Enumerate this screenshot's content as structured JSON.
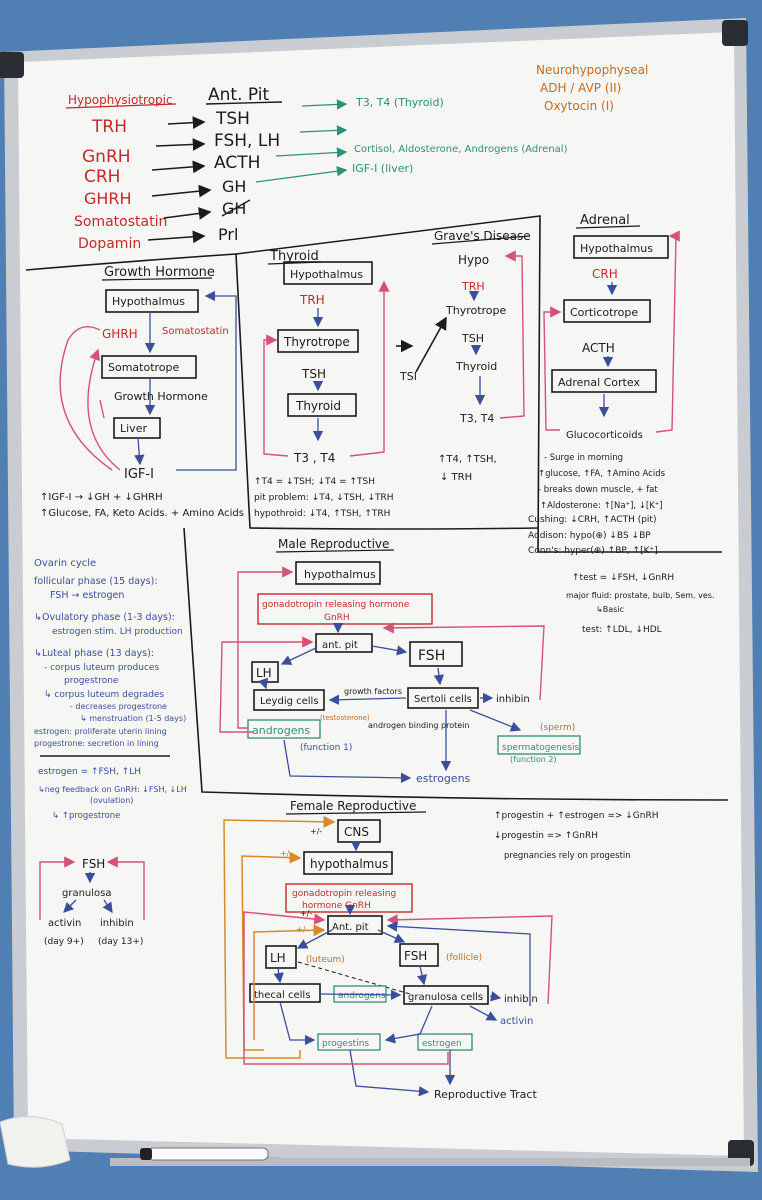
{
  "colors": {
    "wall": "#4f7fb3",
    "board": "#f6f6f4",
    "frame": "#c9ccd0",
    "red": "#c8282a",
    "black": "#1b1b1b",
    "green": "#2f8f7a",
    "blue": "#3b4e9c",
    "orange": "#c56a21",
    "pink": "#cf3f6d"
  },
  "icons": [
    "eraser-icon",
    "marker-icon",
    "frame-corner-icon"
  ],
  "top": {
    "hypo_header": "Hypophysiotropic",
    "antpit_header": "Ant. Pit",
    "neuro_header": "Neurohypophyseal",
    "neuro_1": "ADH / AVP (II)",
    "neuro_2": "Oxytocin (I)",
    "rows": [
      {
        "h": "TRH",
        "p": "TSH",
        "t": "T3, T4 (Thyroid)"
      },
      {
        "h": "GnRH",
        "p": "FSH, LH",
        "t": ""
      },
      {
        "h": "CRH",
        "p": "ACTH",
        "t": "Cortisol, Aldosterone, Androgens (Adrenal)"
      },
      {
        "h": "GHRH",
        "p": "GH",
        "t": "IGF-I (liver)"
      },
      {
        "h": "Somatostatin",
        "p": "GH",
        "t": ""
      },
      {
        "h": "Dopamin",
        "p": "Prl",
        "t": ""
      }
    ]
  },
  "gh": {
    "title": "Growth Hormone",
    "hypo": "Hypothalmus",
    "ghrh": "GHRH",
    "somato": "Somatostatin",
    "tropes": "Somatotrope",
    "hormone": "Growth Hormone",
    "liver": "Liver",
    "igf": "IGF-I",
    "note1": "↑IGF-I → ↓GH + ↓GHRH",
    "note2": "↑Glucose, FA, Keto Acids. + Amino Acids"
  },
  "thyroid": {
    "title": "Thyroid",
    "hypo": "Hypothalmus",
    "trh": "TRH",
    "trope": "Thyrotrope",
    "tsh": "TSH",
    "gland": "Thyroid",
    "out": "T3 , T4",
    "note1": "↑T4 = ↓TSH; ↓T4 = ↑TSH",
    "note2": "pit problem: ↓T4, ↓TSH, ↓TRH",
    "note3": "hypothroid: ↓T4, ↑TSH, ↑TRH"
  },
  "graves": {
    "title": "Grave's Disease",
    "hypo": "Hypo",
    "trh": "TRH",
    "trope": "Thyrotrope",
    "tsh": "TSH",
    "gland": "Thyroid",
    "out": "T3, T4",
    "tsi": "TSI",
    "note1": "↑T4, ↑TSH,",
    "note2": "↓ TRH"
  },
  "adrenal": {
    "title": "Adrenal",
    "hypo": "Hypothalmus",
    "crh": "CRH",
    "trope": "Corticotrope",
    "acth": "ACTH",
    "cortex": "Adrenal Cortex",
    "out": "Glucocorticoids",
    "notes": [
      "- Surge in morning",
      "↑glucose, ↑FA, ↑Amino Acids",
      "- breaks down muscle, + fat",
      "↑Aldosterone: ↑[Na⁺], ↓[K⁺]",
      "Cushing: ↓CRH, ↑ACTH (pit)",
      "Addison: hypo(⊕) ↓BS ↓BP",
      "Conn's: hyper(⊕) ↑BP, ↑[K⁺]"
    ]
  },
  "male": {
    "title": "Male Reproductive",
    "hypo": "hypothalmus",
    "gnrh1": "gonadotropin releasing hormone",
    "gnrh2": "GnRH",
    "antpit": "ant. pit",
    "lh": "LH",
    "fsh": "FSH",
    "leydig": "Leydig cells",
    "sertoli": "Sertoli cells",
    "growth": "growth factors",
    "testosterone": "(testosterone)",
    "inhibin": "inhibin",
    "androgens": "androgens",
    "fn1": "(function 1)",
    "abp": "androgen binding protein",
    "sperm": "(sperm)",
    "spermato": "spermatogenesis",
    "fn2": "(function 2)",
    "estrogens": "estrogens",
    "side": [
      "↑test = ↓FSH, ↓GnRH",
      "major fluid: prostate, bulb, Sem. ves.",
      "↳Basic",
      "test: ↑LDL, ↓HDL"
    ]
  },
  "ovary": {
    "lines": [
      "Ovarin cycle",
      "follicular phase (15 days):",
      "FSH → estrogen",
      "↳Ovulatory phase (1-3 days):",
      "estrogen stim. LH production",
      "↳Luteal phase (13 days):",
      "- corpus luteum produces",
      "progestrone",
      "↳ corpus luteum degrades",
      "- decreases progestrone",
      "↳ menstruation (1-5 days)",
      "estrogen: proliferate uterin lining",
      "progestrone: secretion in lining",
      "estrogen = ↑FSH, ↑LH",
      "↳neg feedback on GnRH: ↓FSH, ↓LH",
      "(ovulation)",
      "↳ ↑progestrone"
    ]
  },
  "fshmini": {
    "fsh": "FSH",
    "gran": "granulosa",
    "activin": "activin",
    "inhibin": "inhibin",
    "day1": "(day 9+)",
    "day2": "(day 13+)"
  },
  "female": {
    "title": "Female Reproductive",
    "cns": "CNS",
    "pm": "+/-",
    "hypo": "hypothalmus",
    "gnrh1": "gonadotropin releasing",
    "gnrh2": "hormone  GnRH",
    "antpit": "Ant. pit",
    "lh": "LH",
    "luteum": "(luteum)",
    "fsh": "FSH",
    "follicle": "(follicle)",
    "theca": "thecal cells",
    "androgens": "androgens",
    "granulosa": "granulosa cells",
    "inhibin": "inhibin",
    "activin": "activin",
    "progestins": "progestins",
    "estrogen": "estrogen",
    "tract": "Reproductive Tract",
    "side": [
      "↑progestin + ↑estrogen => ↓GnRH",
      "↓progestin => ↑GnRH",
      "pregnancies rely on progestin"
    ]
  }
}
